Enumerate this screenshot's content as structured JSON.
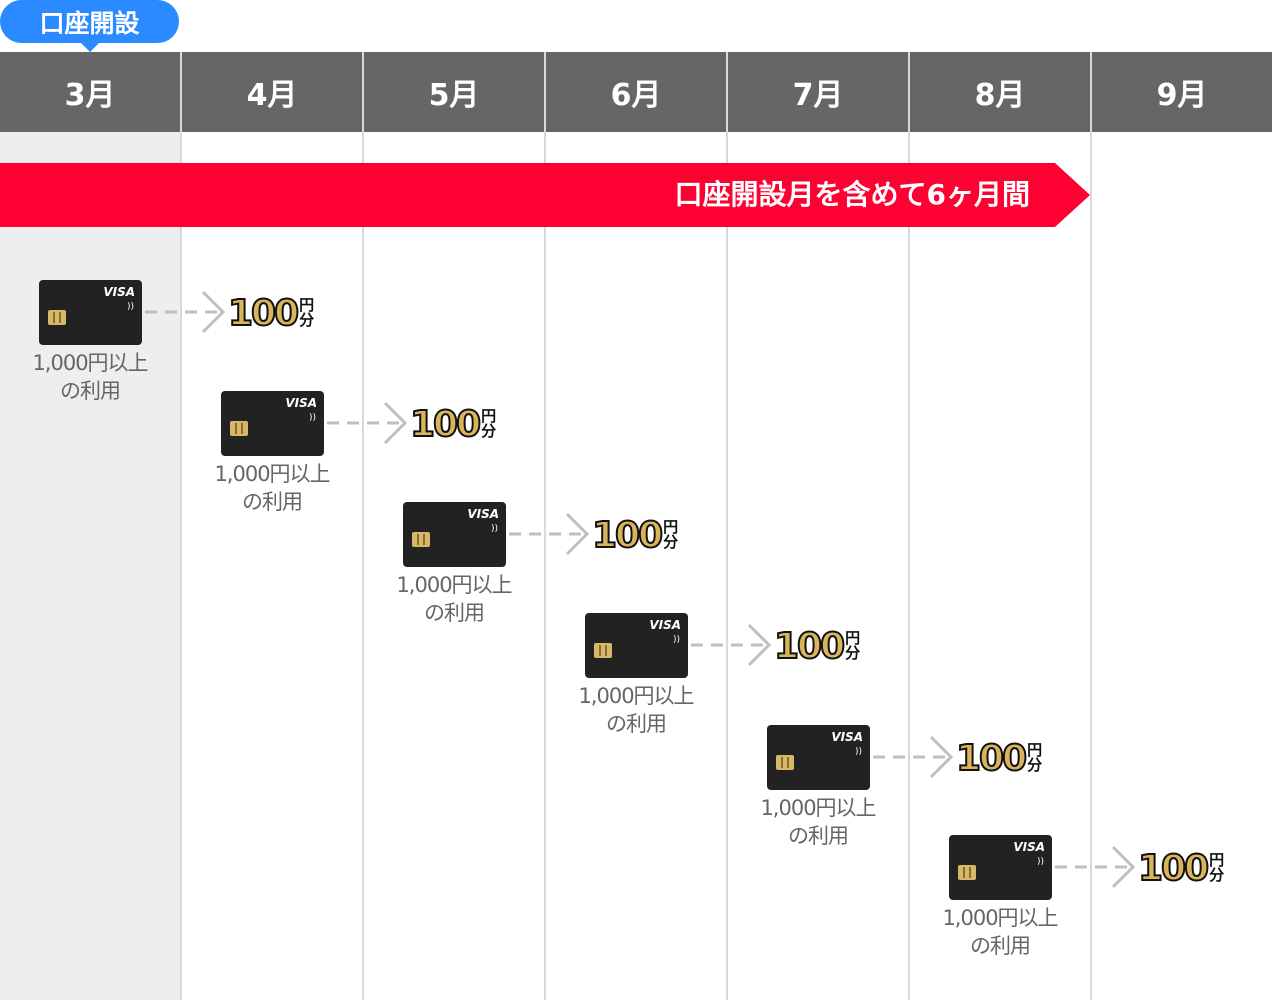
{
  "badge": {
    "label": "口座開設"
  },
  "months": [
    "3月",
    "4月",
    "5月",
    "6月",
    "7月",
    "8月",
    "9月"
  ],
  "period": {
    "label": "口座開設月を含めて6ヶ月間"
  },
  "card": {
    "brand": "VISA",
    "contactless": "))"
  },
  "steps": [
    {
      "caption_line1": "1,000円以上",
      "caption_line2": "の利用",
      "reward_amount": "100",
      "reward_unit1": "円",
      "reward_unit2": "分"
    },
    {
      "caption_line1": "1,000円以上",
      "caption_line2": "の利用",
      "reward_amount": "100",
      "reward_unit1": "円",
      "reward_unit2": "分"
    },
    {
      "caption_line1": "1,000円以上",
      "caption_line2": "の利用",
      "reward_amount": "100",
      "reward_unit1": "円",
      "reward_unit2": "分"
    },
    {
      "caption_line1": "1,000円以上",
      "caption_line2": "の利用",
      "reward_amount": "100",
      "reward_unit1": "円",
      "reward_unit2": "分"
    },
    {
      "caption_line1": "1,000円以上",
      "caption_line2": "の利用",
      "reward_amount": "100",
      "reward_unit1": "円",
      "reward_unit2": "分"
    },
    {
      "caption_line1": "1,000円以上",
      "caption_line2": "の利用",
      "reward_amount": "100",
      "reward_unit1": "円",
      "reward_unit2": "分"
    }
  ],
  "colors": {
    "header": "#666666",
    "period": "#ff0033",
    "badge": "#2b8aff",
    "reward_gold": "#d9b45a",
    "card": "#222222"
  }
}
